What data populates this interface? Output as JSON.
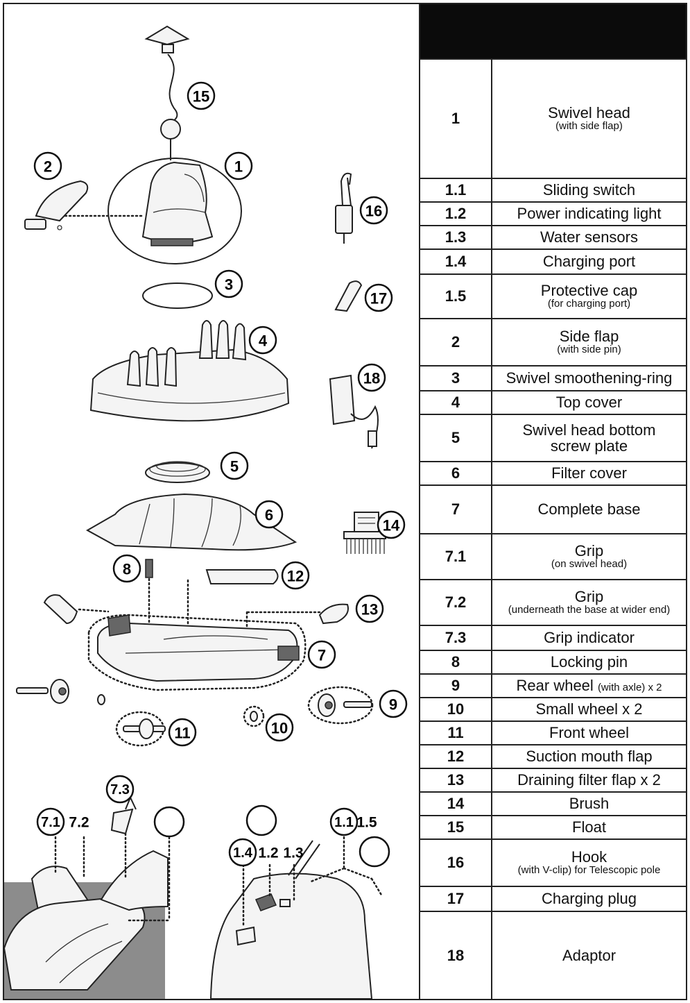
{
  "callouts": {
    "c1": "1",
    "c2": "2",
    "c3": "3",
    "c4": "4",
    "c5": "5",
    "c6": "6",
    "c7": "7",
    "c8": "8",
    "c9": "9",
    "c10": "10",
    "c11": "11",
    "c12": "12",
    "c13": "13",
    "c14": "14",
    "c15": "15",
    "c16": "16",
    "c17": "17",
    "c18": "18",
    "c7_1": "7.1",
    "c7_2": "7.2",
    "c7_3": "7.3",
    "c1_1": "1.1",
    "c1_5": "1.5",
    "c1_4": "1.4",
    "c1_2": "1.2",
    "c1_3": "1.3"
  },
  "parts": [
    {
      "num": "1",
      "name": "Swivel head",
      "sub": "(with side flap)"
    },
    {
      "num": "1.1",
      "name": "Sliding switch",
      "sub": ""
    },
    {
      "num": "1.2",
      "name": "Power indicating light",
      "sub": ""
    },
    {
      "num": "1.3",
      "name": "Water sensors",
      "sub": ""
    },
    {
      "num": "1.4",
      "name": "Charging port",
      "sub": ""
    },
    {
      "num": "1.5",
      "name": "Protective cap",
      "sub": "(for charging port)"
    },
    {
      "num": "2",
      "name": "Side flap",
      "sub": "(with side pin)"
    },
    {
      "num": "3",
      "name": "Swivel smoothening-ring",
      "sub": ""
    },
    {
      "num": "4",
      "name": "Top cover",
      "sub": ""
    },
    {
      "num": "5",
      "name": "Swivel head bottom",
      "name2": "screw plate",
      "sub": ""
    },
    {
      "num": "6",
      "name": "Filter cover",
      "sub": ""
    },
    {
      "num": "7",
      "name": "Complete base",
      "sub": ""
    },
    {
      "num": "7.1",
      "name": "Grip",
      "sub": "(on swivel head)"
    },
    {
      "num": "7.2",
      "name": "Grip",
      "sub": "(underneath the base at wider end)"
    },
    {
      "num": "7.3",
      "name": "Grip indicator",
      "sub": ""
    },
    {
      "num": "8",
      "name": "Locking pin",
      "sub": ""
    },
    {
      "num": "9",
      "name": "Rear wheel",
      "inline_sub": "(with axle) x 2",
      "sub": ""
    },
    {
      "num": "10",
      "name": "Small wheel x 2",
      "sub": ""
    },
    {
      "num": "11",
      "name": "Front wheel",
      "sub": ""
    },
    {
      "num": "12",
      "name": "Suction mouth flap",
      "sub": ""
    },
    {
      "num": "13",
      "name": "Draining filter flap x 2",
      "sub": ""
    },
    {
      "num": "14",
      "name": "Brush",
      "sub": ""
    },
    {
      "num": "15",
      "name": "Float",
      "sub": ""
    },
    {
      "num": "16",
      "name": "Hook",
      "sub": "(with V-clip) for Telescopic pole"
    },
    {
      "num": "17",
      "name": "Charging plug",
      "sub": ""
    },
    {
      "num": "18",
      "name": "Adaptor",
      "sub": ""
    }
  ]
}
